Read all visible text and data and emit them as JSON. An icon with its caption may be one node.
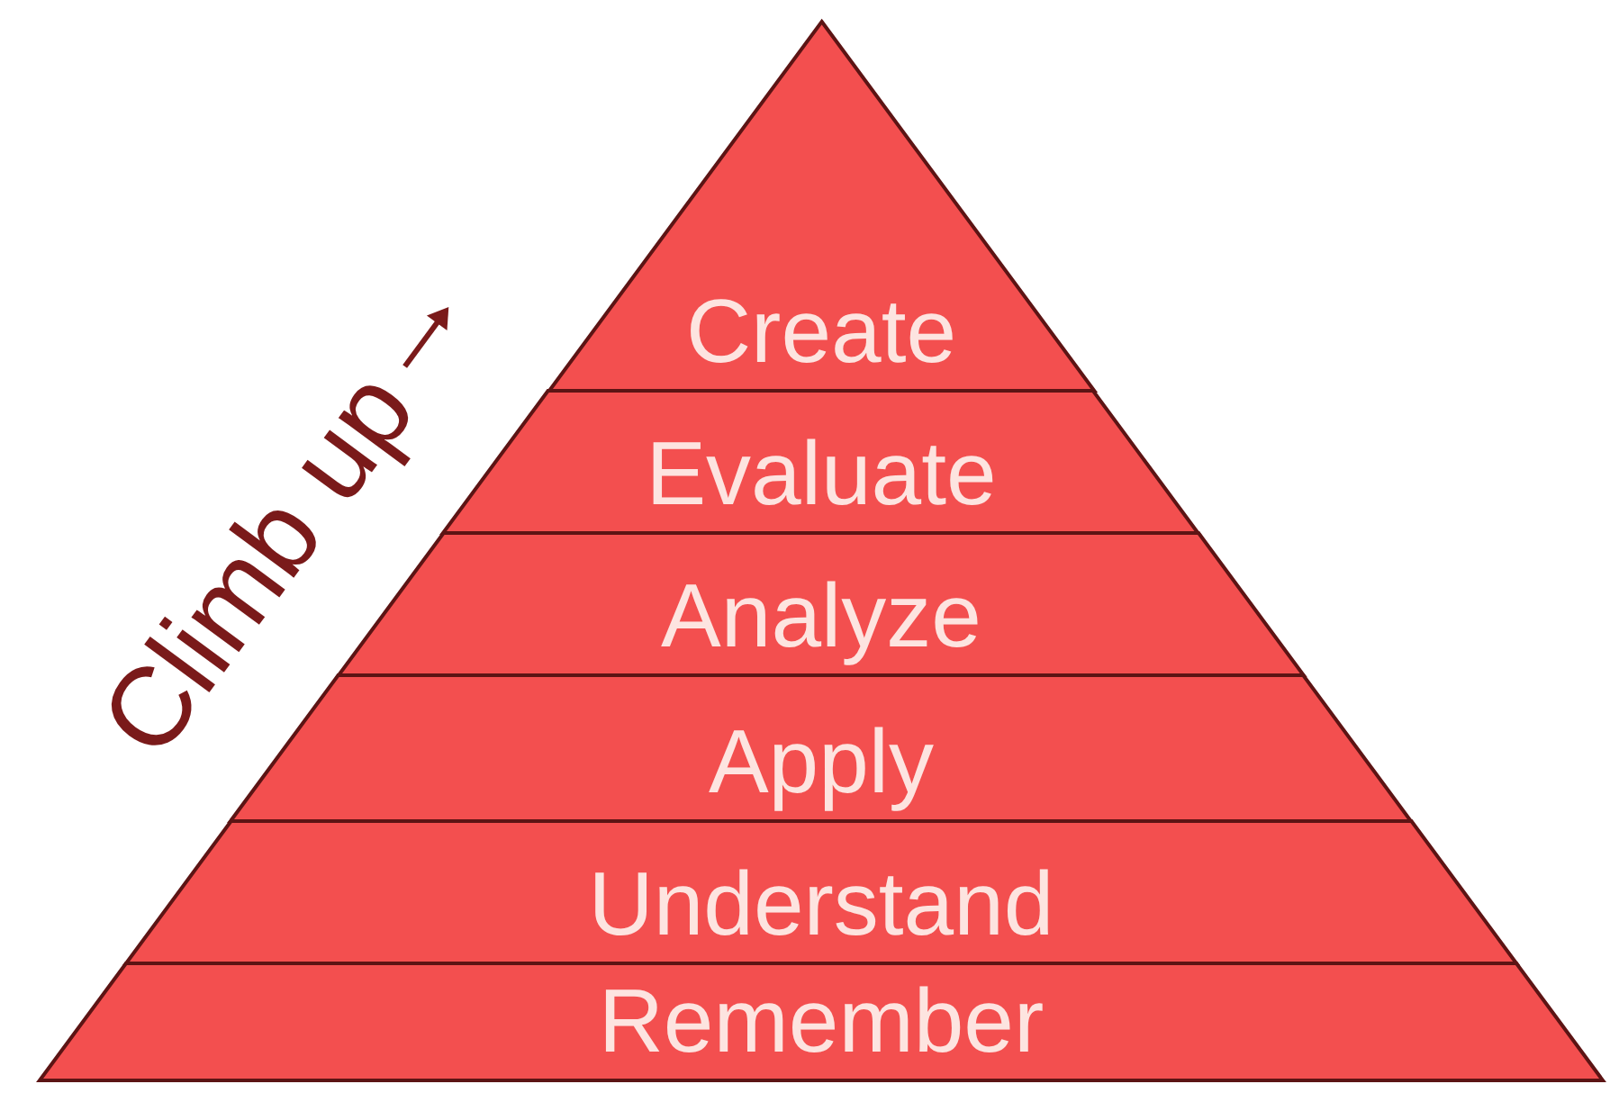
{
  "diagram": {
    "nodes": [
      {
        "text": [
          "Create"
        ]
      },
      {
        "text": [
          "Evaluate"
        ]
      },
      {
        "text": [
          "Analyze"
        ]
      },
      {
        "text": [
          "Apply"
        ]
      },
      {
        "text": [
          "Understand"
        ]
      },
      {
        "text": [
          "Remember"
        ]
      }
    ],
    "labels": [
      "Climb up"
    ]
  }
}
